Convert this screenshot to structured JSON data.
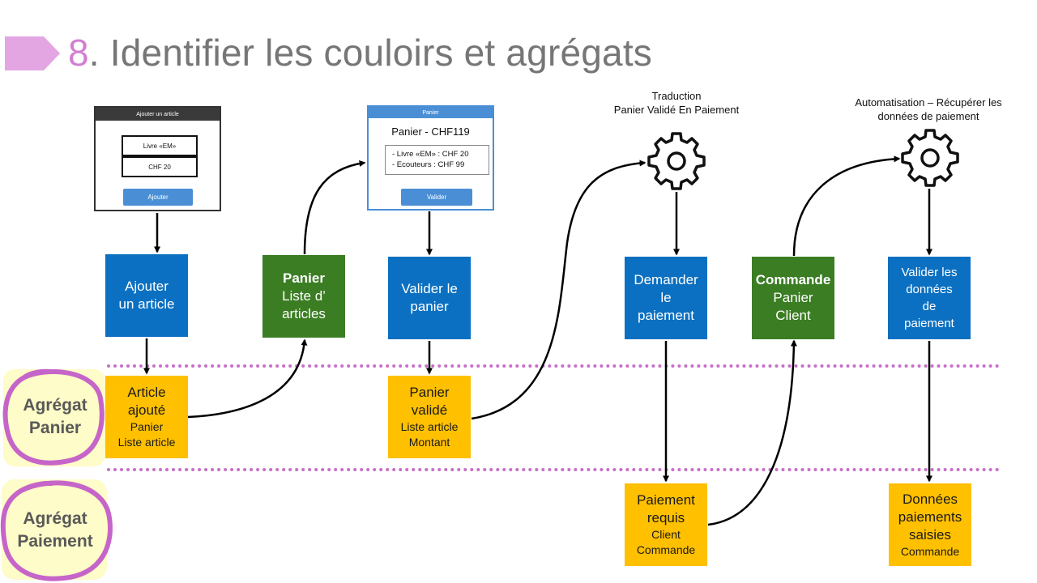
{
  "slide": {
    "title_number": "8",
    "title_text": ". Identifier les couloirs et agrégats"
  },
  "mockups": {
    "add": {
      "header": "Ajouter un article",
      "field1": "Livre «EM»",
      "field2": "CHF 20",
      "button": "Ajouter"
    },
    "cart": {
      "header": "Panier",
      "title": "Panier - CHF119",
      "line1": "- Livre «EM» : CHF 20",
      "line2": "- Ecouteurs : CHF 99",
      "button": "Valider"
    }
  },
  "notes": {
    "translation": {
      "line1": "Traduction",
      "line2": "Panier Validé  En Paiement"
    },
    "automation": {
      "line1": "Automatisation – Récupérer les",
      "line2": "données de paiement"
    }
  },
  "commands": {
    "add_article": {
      "line1": "Ajouter",
      "line2": "un article"
    },
    "validate_cart": {
      "line1": "Valider le",
      "line2": "panier"
    },
    "request_payment": {
      "line1": "Demander",
      "line2": "le",
      "line3": "paiement"
    },
    "validate_data": {
      "line1": "Valider les",
      "line2": "données",
      "line3": "de",
      "line4": "paiement"
    }
  },
  "read_models": {
    "cart": {
      "title": "Panier",
      "line1": "Liste d’",
      "line2": "articles"
    },
    "order": {
      "title": "Commande",
      "line1": "Panier",
      "line2": "Client"
    }
  },
  "events": {
    "article_added": {
      "line1": "Article",
      "line2": "ajouté",
      "attr1": "Panier",
      "attr2": "Liste article"
    },
    "cart_validated": {
      "line1": "Panier",
      "line2": "validé",
      "attr1": "Liste article",
      "attr2": "Montant"
    },
    "payment_required": {
      "line1": "Paiement",
      "line2": "requis",
      "attr1": "Client",
      "attr2": "Commande"
    },
    "payment_data_entered": {
      "line1": "Données",
      "line2": "paiements",
      "line3": "saisies",
      "attr1": "Commande"
    }
  },
  "aggregates": {
    "cart": {
      "line1": "Agrégat",
      "line2": "Panier"
    },
    "payment": {
      "line1": "Agrégat",
      "line2": "Paiement"
    }
  },
  "colors": {
    "command": "#0b70c1",
    "read_model": "#3b7d23",
    "event": "#ffc000",
    "swimlane": "#c86fc8",
    "aggregate_fill": "#fefcc8",
    "aggregate_ring": "#c665c9",
    "title_number": "#d27fd1",
    "title_text": "#767676"
  },
  "icons": [
    "gear-icon",
    "title-arrow-icon"
  ]
}
